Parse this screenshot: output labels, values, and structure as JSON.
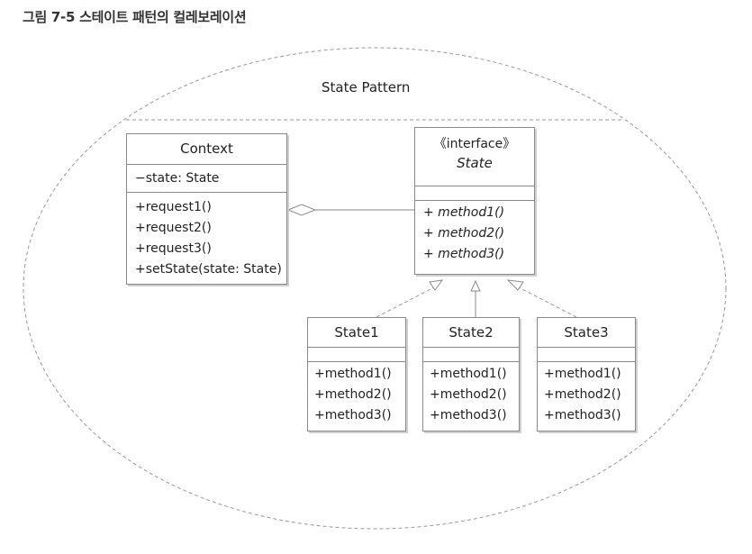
{
  "caption": {
    "label": "그림 7-5",
    "text": "스테이트 패턴의 컬레보레이션"
  },
  "collaboration": {
    "name": "State Pattern"
  },
  "context": {
    "name": "Context",
    "attributes": [
      "−state: State"
    ],
    "operations": [
      "+request1()",
      "+request2()",
      "+request3()",
      "+setState(state: State)"
    ]
  },
  "state_interface": {
    "stereotype": "《interface》",
    "name": "State",
    "operations": [
      "+ method1()",
      "+ method2()",
      "+ method3()"
    ]
  },
  "states": [
    {
      "name": "State1",
      "operations": [
        "+method1()",
        "+method2()",
        "+method3()"
      ]
    },
    {
      "name": "State2",
      "operations": [
        "+method1()",
        "+method2()",
        "+method3()"
      ]
    },
    {
      "name": "State3",
      "operations": [
        "+method1()",
        "+method2()",
        "+method3()"
      ]
    }
  ],
  "colors": {
    "line": "#8a8a8a",
    "dashed": "#999999",
    "text": "#222222"
  }
}
